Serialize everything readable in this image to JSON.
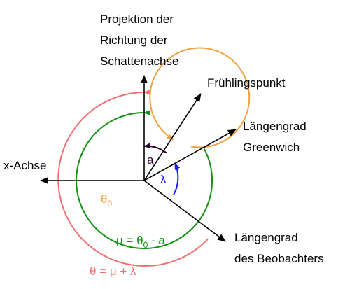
{
  "labels": {
    "shadow_axis_line1": "Projektion der",
    "shadow_axis_line2": "Richtung der",
    "shadow_axis_line3": "Schattenachse",
    "vernal_point": "Frühlingspunkt",
    "greenwich_line1": "Längengrad",
    "greenwich_line2": "Greenwich",
    "x_axis": "x-Achse",
    "observer_line1": "Längengrad",
    "observer_line2": "des Beobachters"
  },
  "angles": {
    "a": "a",
    "lambda": "λ",
    "theta0_symbol": "θ",
    "theta0_subscript": "0",
    "mu_prefix": "μ = θ",
    "mu_subscript": "0",
    "mu_suffix": " - a",
    "theta_total": "θ = μ + λ"
  },
  "colors": {
    "axes": "#000000",
    "a": "#330033",
    "lambda": "#1a1aff",
    "theta0": "#f0a040",
    "mu": "#109010",
    "theta": "#ee7070"
  }
}
